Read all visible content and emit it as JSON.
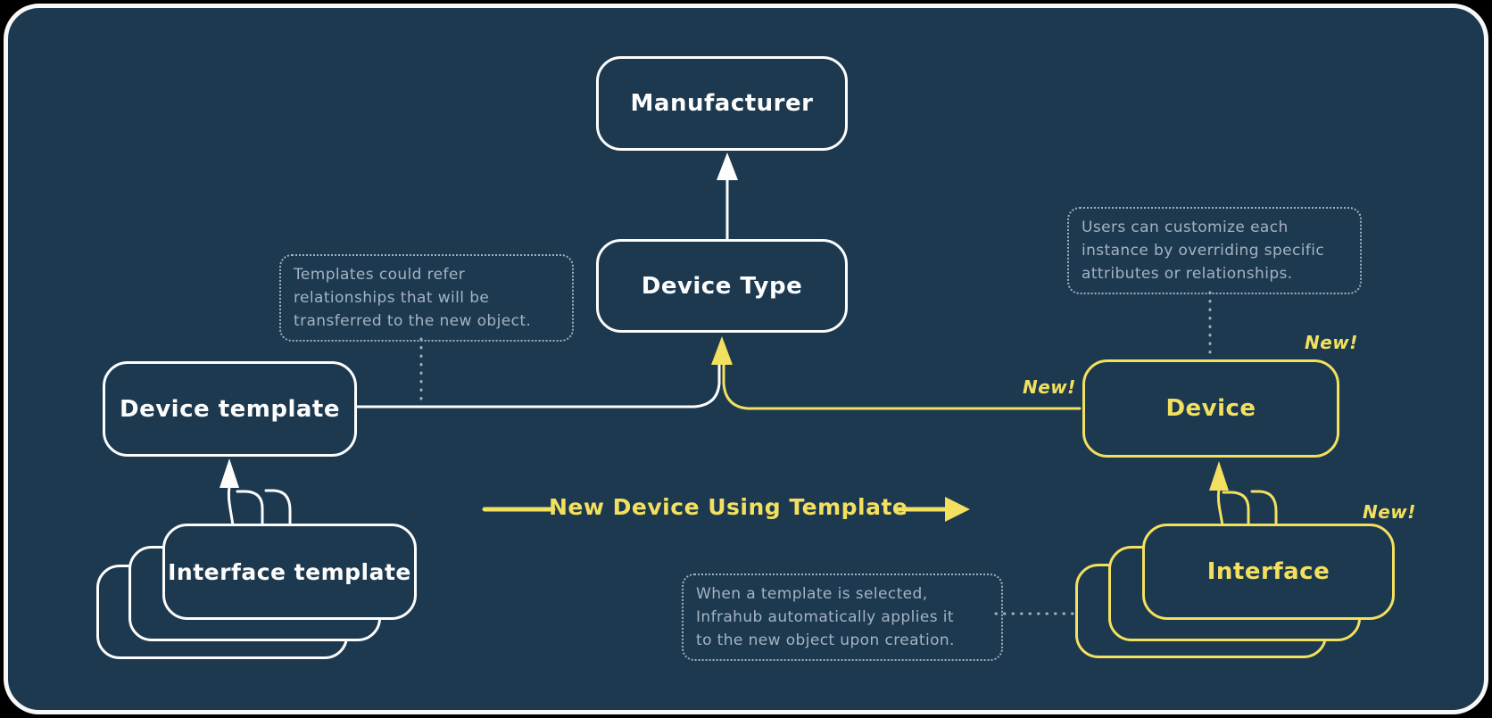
{
  "diagram": {
    "colors": {
      "background": "#1c3950",
      "frame_border": "#f8f8f8",
      "stroke_white": "#fdfdfd",
      "accent_yellow": "#f3e05e",
      "note_text": "#a5b3c1"
    },
    "nodes": {
      "manufacturer": {
        "label": "Manufacturer"
      },
      "device_type": {
        "label": "Device Type"
      },
      "device_template": {
        "label": "Device template"
      },
      "interface_template": {
        "label": "Interface template"
      },
      "device": {
        "label": "Device"
      },
      "interface": {
        "label": "Interface"
      }
    },
    "badges": {
      "new_link": "New!",
      "new_device": "New!",
      "new_interface": "New!"
    },
    "annotations": {
      "templates_note": {
        "text": "Templates could refer\nrelationships that will be\ntransferred to the new object."
      },
      "customize_note": {
        "text": "Users can customize each\ninstance by overriding specific\nattributes or relationships."
      },
      "apply_note": {
        "text": "When a template is selected,\nInfrahub automatically applies it\nto the new object upon creation."
      }
    },
    "flow_arrow": {
      "label": "New Device Using Template"
    },
    "relationships": [
      "Device Type -> Manufacturer",
      "Device template -> Device Type",
      "Device -> Device Type",
      "Interface template (x3) -> Device template",
      "Interface (x3) -> Device",
      "Device template -> Device : New Device Using Template"
    ]
  }
}
